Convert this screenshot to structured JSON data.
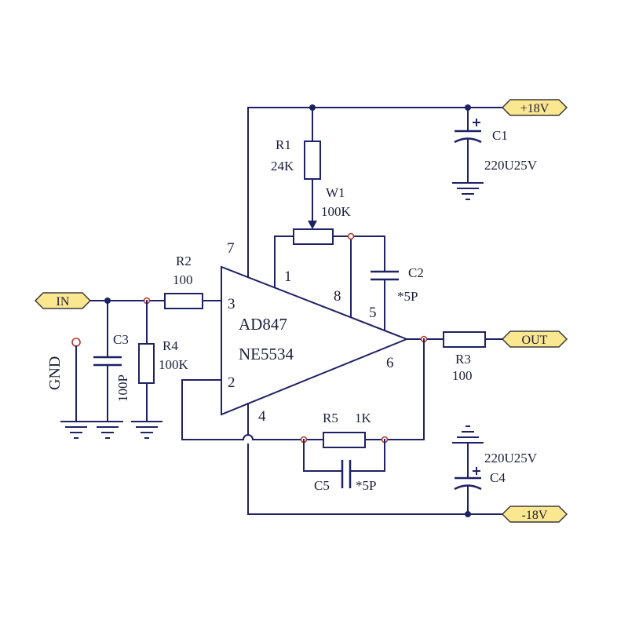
{
  "colors": {
    "wire": "#1e2264",
    "port_fill": "#fbe78f",
    "node_marker": "#b03a2e",
    "background": "#ffffff"
  },
  "ports": {
    "vplus": "+18V",
    "vminus": "-18V",
    "input": "IN",
    "output": "OUT",
    "ground": "GND"
  },
  "opamp": {
    "name_primary": "AD847",
    "name_secondary": "NE5534",
    "pins": {
      "p1": "1",
      "p2": "2",
      "p3": "3",
      "p4": "4",
      "p5": "5",
      "p6": "6",
      "p7": "7",
      "p8": "8"
    }
  },
  "components": {
    "r1": {
      "ref": "R1",
      "value": "24K"
    },
    "w1": {
      "ref": "W1",
      "value": "100K"
    },
    "r2": {
      "ref": "R2",
      "value": "100"
    },
    "r3": {
      "ref": "R3",
      "value": "100"
    },
    "r4": {
      "ref": "R4",
      "value": "100K"
    },
    "r5": {
      "ref": "R5",
      "value": "1K"
    },
    "c1": {
      "ref": "C1",
      "value": "220U25V"
    },
    "c2": {
      "ref": "C2",
      "value": "*5P"
    },
    "c3": {
      "ref": "C3",
      "value": "100P"
    },
    "c4": {
      "ref": "C4",
      "value": "220U25V"
    },
    "c5": {
      "ref": "C5",
      "value": "*5P"
    }
  }
}
